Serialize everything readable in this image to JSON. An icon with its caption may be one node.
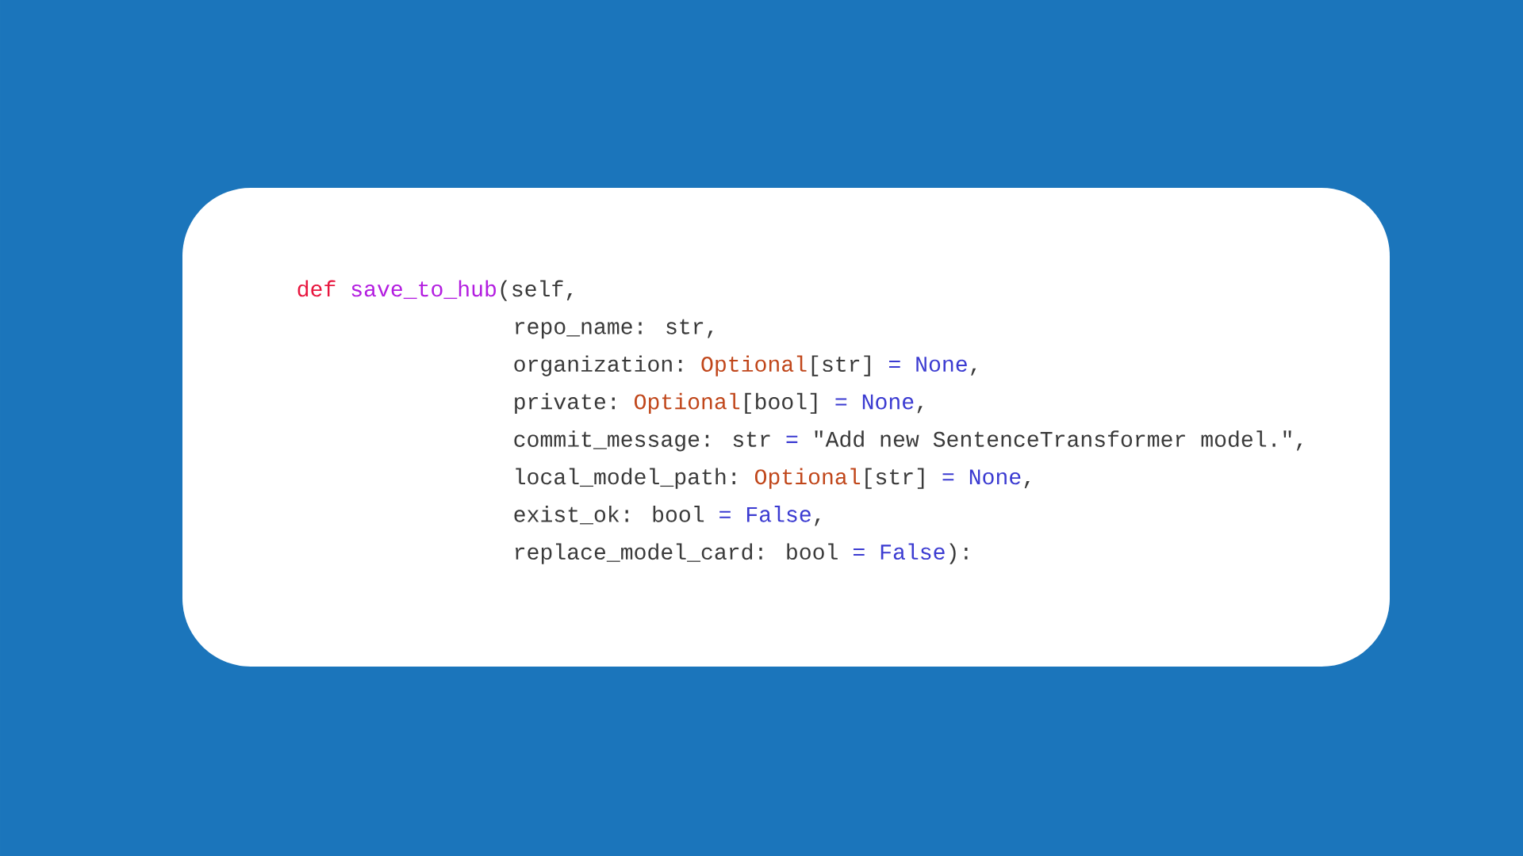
{
  "diagram": {
    "labels": [
      "def",
      "save_to_hub",
      "(self,",
      "repo_name: str,",
      "organization:",
      "Optional",
      "[str]",
      "= None",
      ",",
      "private:",
      "Optional",
      "[bool]",
      "= None",
      ",",
      "commit_message: str",
      "=",
      "\"Add new SentenceTransformer model.\",",
      "local_model_path:",
      "Optional",
      "[str]",
      "= None",
      ",",
      "exist_ok: bool",
      "= False",
      ",",
      "replace_model_card: bool",
      "= False",
      "):"
    ]
  }
}
